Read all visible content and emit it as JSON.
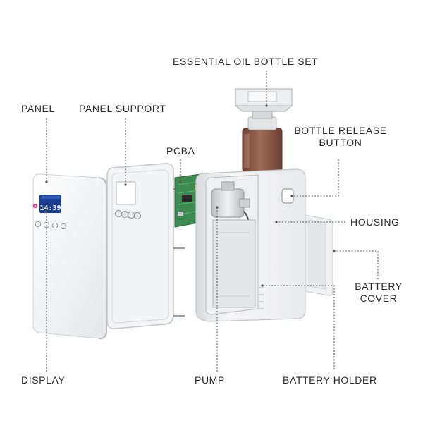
{
  "labels": {
    "essential_oil_bottle_set": "ESSENTIAL OIL BOTTLE SET",
    "panel": "PANEL",
    "panel_support": "PANEL SUPPORT",
    "pcba": "PCBA",
    "bottle_release_button_line1": "BOTTLE RELEASE",
    "bottle_release_button_line2": "BUTTON",
    "housing": "HOUSING",
    "battery_cover_line1": "BATTERY",
    "battery_cover_line2": "COVER",
    "display": "DISPLAY",
    "pump": "PUMP",
    "battery_holder": "BATTERY HOLDER"
  },
  "display_screen": {
    "time": "14:39"
  },
  "colors": {
    "lcd_background": "#1b3d8f",
    "lcd_digits": "#eaf3ff",
    "power_led": "#e0358a",
    "bottle_amber": "#8c5a4a",
    "pcb_green": "#3e8a52",
    "leader_line": "#555555"
  }
}
